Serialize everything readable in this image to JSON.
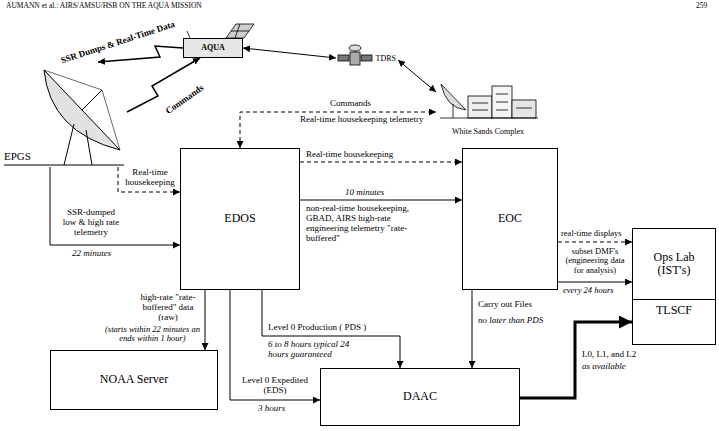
{
  "diagram": {
    "nodes": [
      {
        "text": [
          "AQUA"
        ]
      },
      {
        "text": [
          "TDRS"
        ]
      },
      {
        "text": [
          "EPGS"
        ]
      },
      {
        "text": [
          "White Sands Complex"
        ]
      },
      {
        "text": [
          "EDOS"
        ]
      },
      {
        "text": [
          "EOC"
        ]
      },
      {
        "text": [
          "Ops Lab (IST's)"
        ]
      },
      {
        "text": [
          "TLSCF"
        ]
      },
      {
        "text": [
          "NOAA Server"
        ]
      },
      {
        "text": [
          "DAAC"
        ]
      }
    ],
    "edges": [
      {
        "from": 0,
        "to": 2,
        "arrow": "to",
        "label": "SSR Dumps & Real-Time Data"
      },
      {
        "from": 2,
        "to": 0,
        "arrow": "to",
        "label": "Commands"
      },
      {
        "from": 0,
        "to": 1,
        "arrow": "both"
      },
      {
        "from": 1,
        "to": 3,
        "arrow": "both"
      },
      {
        "from": 4,
        "to": 3,
        "arrow": "both",
        "label": "Commands"
      },
      {
        "from": 2,
        "to": 4,
        "arrow": "to",
        "label": "Real-time housekeeping"
      },
      {
        "from": 2,
        "to": 4,
        "arrow": "to",
        "label": "SSR-dumped low & high rate telemetry"
      },
      {
        "from": 4,
        "to": 5,
        "arrow": "to",
        "label": "Real-time housekeeping"
      },
      {
        "from": 4,
        "to": 5,
        "arrow": "to",
        "label": "non-real-time housekeeping, GBAD, AIRS high-rate engineering telemetry \"rate-buffered\""
      },
      {
        "from": 5,
        "to": 6,
        "arrow": "to",
        "label": "real-time displays"
      },
      {
        "from": 5,
        "to": 6,
        "arrow": "to",
        "label": "subset DMF's (engineering data for analysis)"
      },
      {
        "from": 5,
        "to": 9,
        "arrow": "to",
        "label": "Carry out Files"
      },
      {
        "from": 4,
        "to": 8,
        "arrow": "to",
        "label": "high-rate \"rate-buffered\" data (raw)"
      },
      {
        "from": 4,
        "to": 9,
        "arrow": "to",
        "label": "Level 0 Production ( PDS )"
      },
      {
        "from": 4,
        "to": 9,
        "arrow": "to",
        "label": "Level 0 Expedited (EDS)"
      },
      {
        "from": 9,
        "to": 7,
        "arrow": "to",
        "label": "L0, L1, and L2"
      }
    ],
    "labels": [
      "AUMANN et al.: AIRS/AMSU/HSB ON THE AQUA MISSION",
      "259",
      "Real-time housekeeping telemetry",
      "22 minutes",
      "10 minutes",
      "every 24 hours",
      "no later than PDS",
      "(starts within 22 minutes an ends within 1 hour)",
      "6 to 8 hours typical 24 hours guaranteed",
      "3 hours",
      "as available"
    ]
  }
}
